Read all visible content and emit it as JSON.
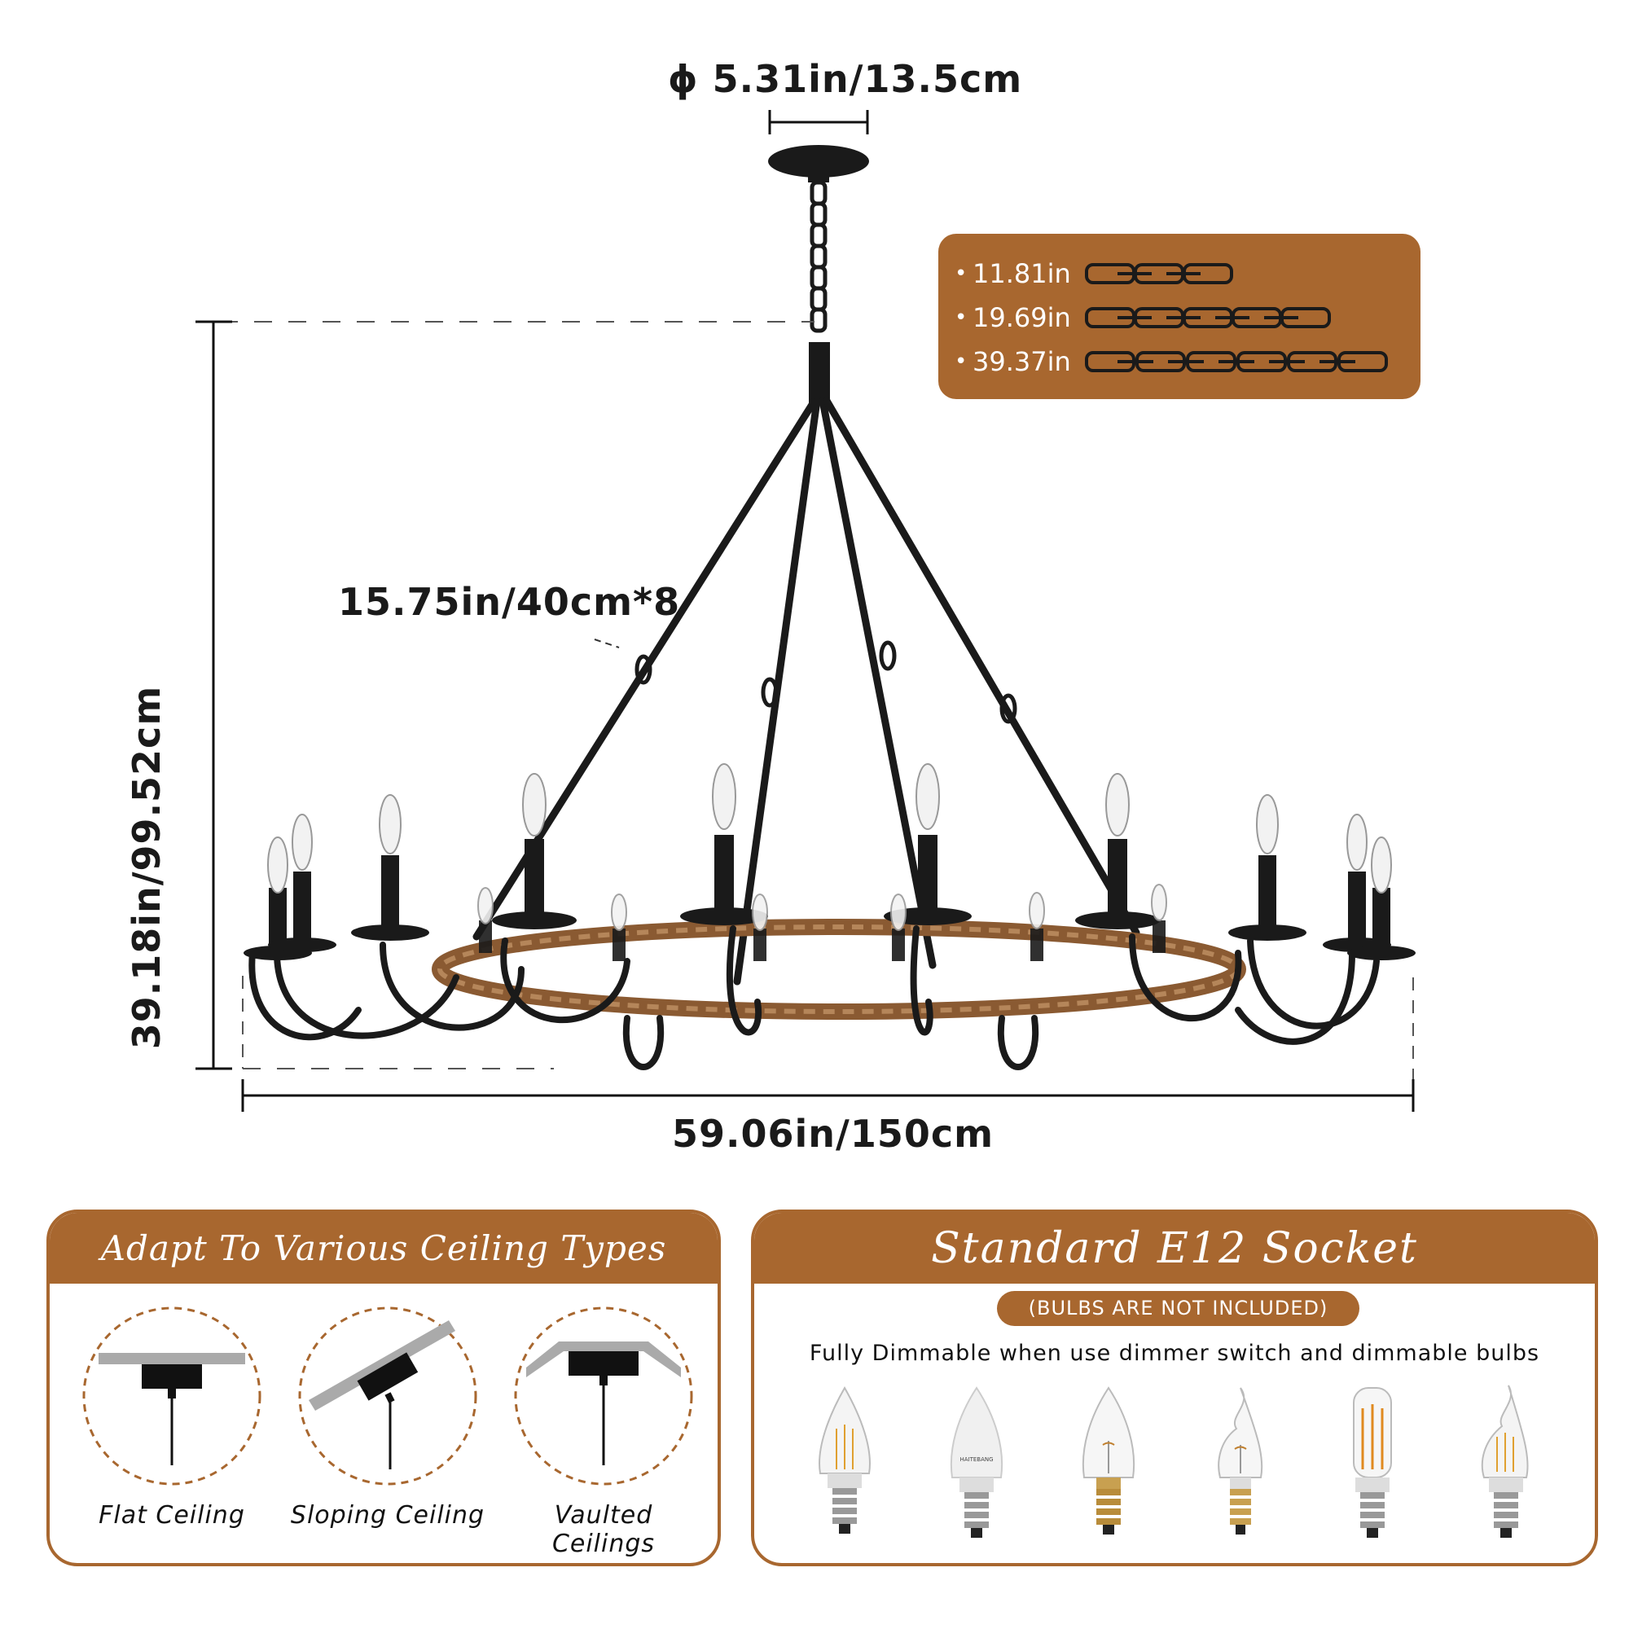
{
  "dimensions": {
    "canopy": "ϕ 5.31in/13.5cm",
    "arm": "15.75in/40cm*8",
    "height": "39.18in/99.52cm",
    "width": "59.06in/150cm"
  },
  "chains": [
    {
      "length": "11.81in",
      "links": 3
    },
    {
      "length": "19.69in",
      "links": 5
    },
    {
      "length": "39.37in",
      "links": 6
    }
  ],
  "ceiling_panel": {
    "title": "Adapt To Various Ceiling Types",
    "types": [
      {
        "label": "Flat Ceiling"
      },
      {
        "label": "Sloping Ceiling"
      },
      {
        "label": "Vaulted Ceilings"
      }
    ]
  },
  "socket_panel": {
    "title": "Standard E12 Socket",
    "note": "(BULBS ARE NOT INCLUDED)",
    "dimmable": "Fully Dimmable when use dimmer switch and dimmable bulbs",
    "bulb_brand": "HAITEBANG"
  },
  "colors": {
    "accent": "#a8672f",
    "iron": "#1a1a1a",
    "wood": "#9a6a40"
  }
}
